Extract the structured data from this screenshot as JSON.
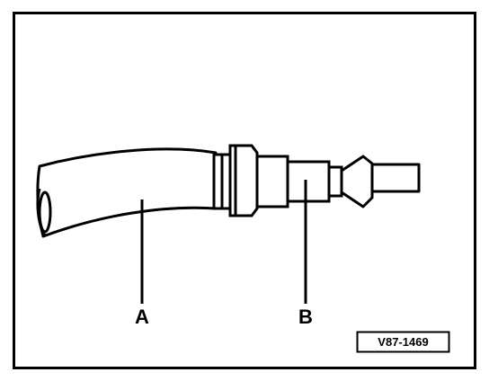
{
  "labels": {
    "a": "A",
    "b": "B"
  },
  "reference_code": "V87-1469",
  "colors": {
    "ink": "#000000",
    "paper": "#ffffff"
  }
}
